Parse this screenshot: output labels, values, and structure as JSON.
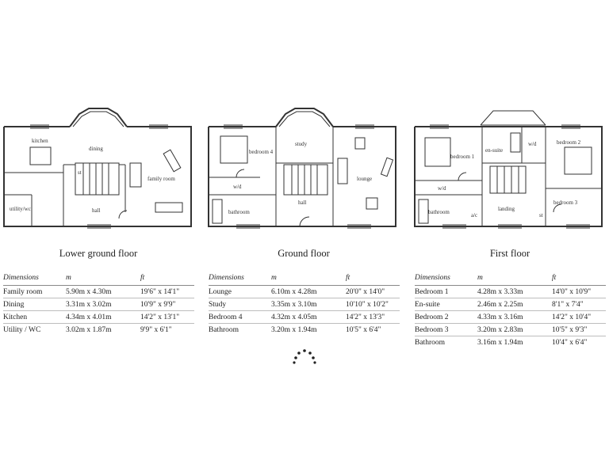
{
  "floors": [
    {
      "title": "Lower ground floor",
      "headers": [
        "Dimensions",
        "m",
        "ft"
      ],
      "rows": [
        [
          "Family room",
          "5.90m x 4.30m",
          "19'6\" x 14'1\""
        ],
        [
          "Dining",
          "3.31m x 3.02m",
          "10'9\" x 9'9\""
        ],
        [
          "Kitchen",
          "4.34m x 4.01m",
          "14'2\" x 13'1\""
        ],
        [
          "Utility / WC",
          "3.02m x 1.87m",
          "9'9\" x 6'1\""
        ]
      ],
      "room_labels": [
        "kitchen",
        "dining",
        "family room",
        "utility/wc",
        "hall",
        "st"
      ]
    },
    {
      "title": "Ground floor",
      "headers": [
        "Dimensions",
        "m",
        "ft"
      ],
      "rows": [
        [
          "Lounge",
          "6.10m x 4.28m",
          "20'0\" x 14'0\""
        ],
        [
          "Study",
          "3.35m x 3.10m",
          "10'10\" x 10'2\""
        ],
        [
          "Bedroom 4",
          "4.32m x 4.05m",
          "14'2\" x 13'3\""
        ],
        [
          "Bathroom",
          "3.20m x 1.94m",
          "10'5\" x 6'4\""
        ]
      ],
      "room_labels": [
        "study",
        "bedroom 4",
        "lounge",
        "w/d",
        "bathroom",
        "hall"
      ]
    },
    {
      "title": "First floor",
      "headers": [
        "Dimensions",
        "m",
        "ft"
      ],
      "rows": [
        [
          "Bedroom 1",
          "4.28m x 3.33m",
          "14'0\" x 10'9\""
        ],
        [
          "En-suite",
          "2.46m x 2.25m",
          "8'1\" x 7'4\""
        ],
        [
          "Bedroom 2",
          "4.33m x 3.16m",
          "14'2\" x 10'4\""
        ],
        [
          "Bedroom 3",
          "3.20m x 2.83m",
          "10'5\" x 9'3\""
        ],
        [
          "Bathroom",
          "3.16m x 1.94m",
          "10'4\" x 6'4\""
        ]
      ],
      "room_labels": [
        "bedroom 1",
        "en-suite",
        "w/d",
        "bedroom 2",
        "w/d",
        "bathroom",
        "a/c",
        "landing",
        "st",
        "bedroom 3"
      ]
    }
  ]
}
